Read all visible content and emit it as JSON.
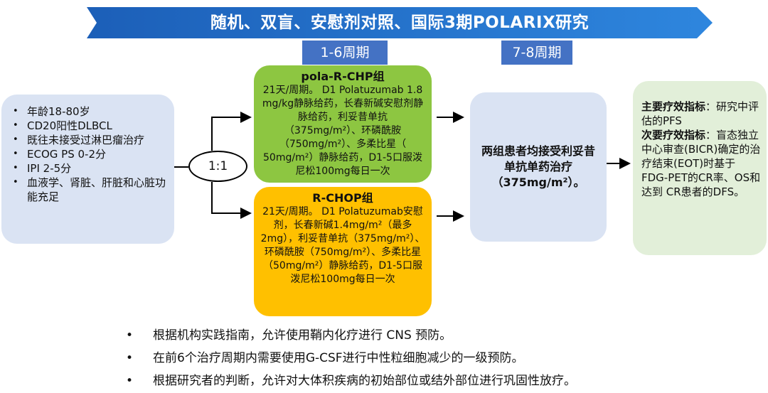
{
  "title": "随机、双盲、安慰剂对照、国际3期POLARIX研究",
  "periods": [
    "1-6周期",
    "7-8周期"
  ],
  "eligibility": [
    "年龄18-80岁",
    "CD20阳性DLBCL",
    "既往未接受过淋巴瘤治疗",
    "ECOG PS 0-2分",
    "IPI 2-5分",
    "血液学、肾脏、肝脏和心脏功能充足"
  ],
  "ratio": "1:1",
  "arm_a": {
    "title": "pola-R-CHP组",
    "body": "21天/周期。 D1 Polatuzumab 1.8 mg/kg静脉给药，长春新碱安慰剂静脉给药，利妥昔单抗（375mg/m²）、环磷酰胺（750mg/m²）、多柔比星（ 50mg/m²）静脉给药，D1-5口服泼尼松100mg每日一次"
  },
  "arm_b": {
    "title": "R-CHOP组",
    "body": "21天/周期。 D1 Polatuzumab安慰剂，长春新碱1.4mg/m²（最多2mg），利妥昔单抗（375mg/m²）、环磷酰胺（750mg/m²）、多柔比星（50mg/m²）静脉给药，D1-5口服泼尼松100mg每日一次"
  },
  "maintenance": "两组患者均接受利妥昔单抗单药治疗（375mg/m²）。",
  "endpoints": {
    "primary_label": "主要疗效指标",
    "primary_text": "：研究中评估的PFS",
    "secondary_label": "次要疗效指标",
    "secondary_text": "：盲态独立中心审查(BICR)确定的治疗结束(EOT)时基于FDG-PET的CR率、OS和达到 CR患者的DFS。"
  },
  "notes": [
    "根据机构实践指南，允许使用鞘内化疗进行 CNS 预防。",
    "在前6个治疗周期内需要使用G-CSF进行中性粒细胞减少的一级预防。",
    "根据研究者的判断，允许对大体积疾病的初始部位或结外部位进行巩固性放疗。"
  ],
  "colors": {
    "banner": "#1f6fc5",
    "period": "#4472c4",
    "arm_a": "#8dc641",
    "arm_b": "#ffc000",
    "blue_box": "#dae3f3",
    "green_box": "#e2efd9"
  }
}
